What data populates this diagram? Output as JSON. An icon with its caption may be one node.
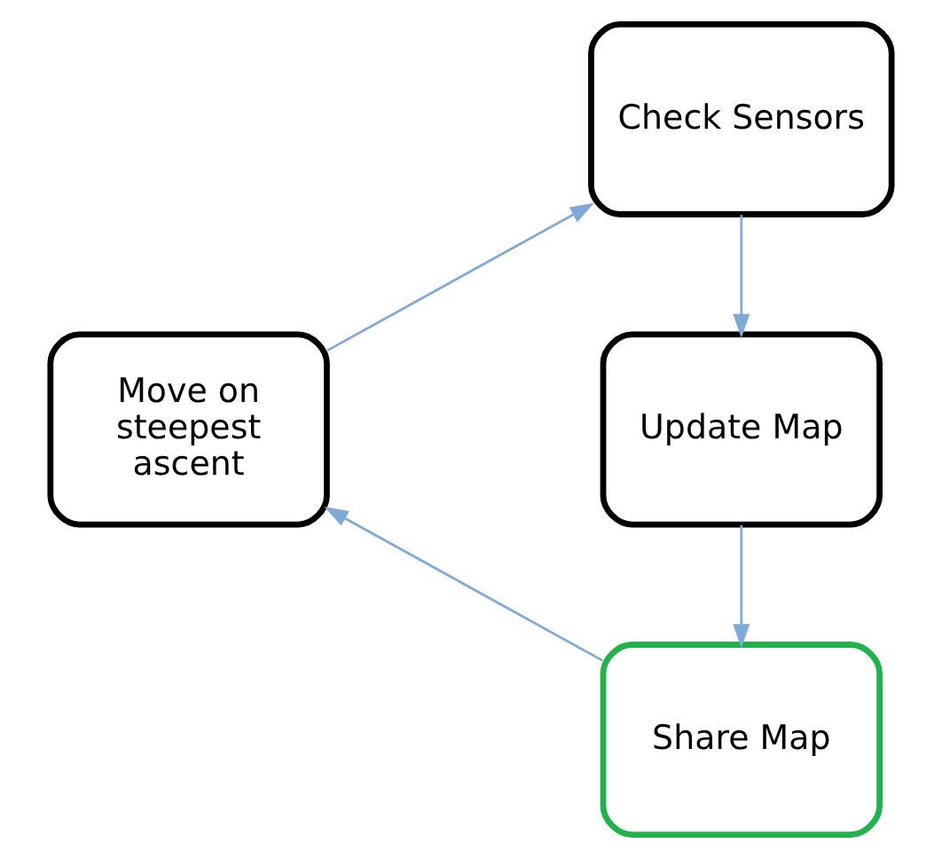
{
  "diagram": {
    "nodes": [
      {
        "text": [
          "Check Sensors"
        ]
      },
      {
        "text": [
          "Update Map"
        ]
      },
      {
        "text": [
          "Share Map"
        ]
      },
      {
        "text": [
          "Move on steepest ascent"
        ]
      }
    ],
    "edges": [
      {
        "from": 0,
        "to": 1,
        "arrow": "to"
      },
      {
        "from": 1,
        "to": 2,
        "arrow": "to"
      },
      {
        "from": 2,
        "to": 3,
        "arrow": "to"
      },
      {
        "from": 3,
        "to": 0,
        "arrow": "to"
      }
    ]
  }
}
